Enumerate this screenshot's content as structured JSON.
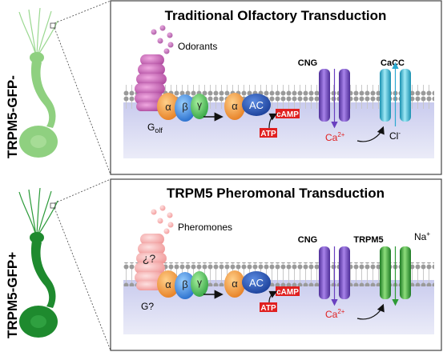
{
  "left_labels": {
    "top": "TRPM5-GFP-",
    "bottom": "TRPM5-GFP+"
  },
  "panel_top": {
    "title": "Traditional Olfactory Transduction",
    "ligand": "Odorants",
    "g_main": "G",
    "g_sub": "olf",
    "subunit_alpha": "α",
    "subunit_beta": "β",
    "subunit_gamma": "γ",
    "effector_alpha": "α",
    "enzyme": "AC",
    "camp": "cAMP",
    "atp": "ATP",
    "channel1": "CNG",
    "channel2": "CaCC",
    "ion1_main": "Ca",
    "ion1_sup": "2+",
    "ion2_main": "Cl",
    "ion2_sup": "-"
  },
  "panel_bottom": {
    "title": "TRPM5 Pheromonal Transduction",
    "ligand": "Pheromones",
    "receptor_label": "¿?",
    "g_label": "G?",
    "subunit_alpha": "α",
    "subunit_beta": "β",
    "subunit_gamma": "γ",
    "effector_alpha": "α",
    "enzyme": "AC",
    "camp": "cAMP",
    "atp": "ATP",
    "channel1": "CNG",
    "channel2": "TRPM5",
    "ion1_main": "Ca",
    "ion1_sup": "2+",
    "ion2_main": "Na",
    "ion2_sup": "+"
  },
  "colors": {
    "neuron_light": "#8fd080",
    "neuron_dark": "#1e8a2e",
    "odorant": "#c060b0",
    "pheromone": "#f4a8a8",
    "camp_red": "#e02020",
    "cng_purple": "#7a4fc0",
    "cacc_cyan": "#45c0d8",
    "trpm5_green": "#3fa040",
    "membrane_blue": "#c9cbee"
  }
}
